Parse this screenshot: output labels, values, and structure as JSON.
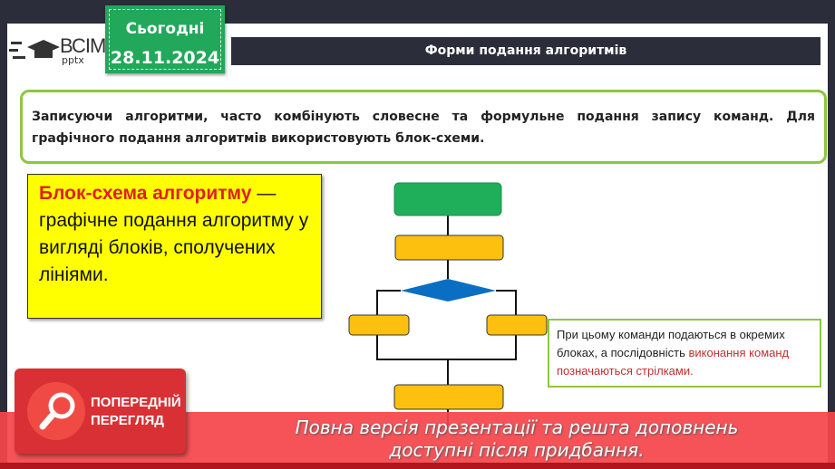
{
  "logo": {
    "name": "ВСІМ",
    "sub": "pptx"
  },
  "date": {
    "label": "Сьогодні",
    "value": "28.11.2024"
  },
  "title": "Форми подання алгоритмів",
  "intro": "Записуючи алгоритми, часто комбінують словесне та формульне подання запису команд. Для графічного подання алгоритмів використовують блок-схеми.",
  "definition": {
    "term": "Блок-схема алгоритму",
    "text": " — графічне подання алгоритму у вигляді блоків, сполучених лініями."
  },
  "note": {
    "visible": "При цьому команди подаються в окремих блоках, а послідовність",
    "hidden": "виконання команд позначаються стрілками."
  },
  "banner": {
    "line1": "Повна версія презентації та решта доповнень",
    "line2": "доступні після придбання."
  },
  "preview": {
    "line1": "ПОПЕРЕДНІЙ",
    "line2": "ПЕРЕГЛЯД",
    "icon": "magnifier-icon"
  },
  "colors": {
    "start_block": "#1fae5a",
    "process_block": "#fdc00f",
    "decision_block": "#0a6fc2",
    "banner": "#f5464b",
    "frame": "#2b2d3b"
  }
}
